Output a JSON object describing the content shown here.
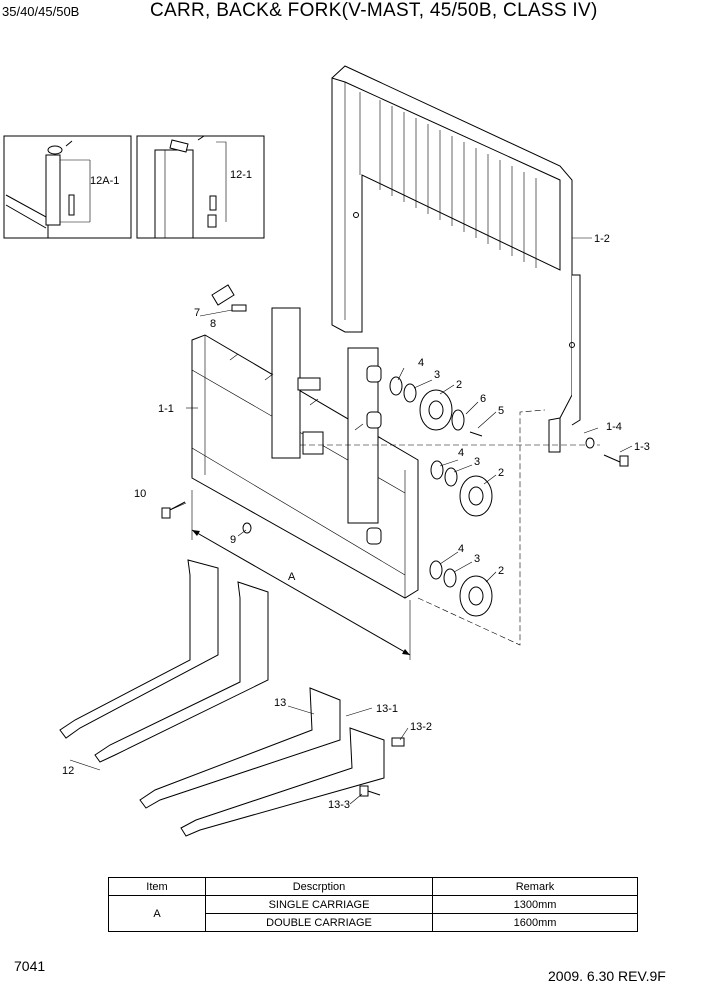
{
  "header": {
    "model": "35/40/45/50B",
    "title": "CARR, BACK& FORK(V-MAST, 45/50B, CLASS IV)"
  },
  "callouts": {
    "c12a1": "12A-1",
    "c121": "12-1",
    "c12": "1-2",
    "c7": "7",
    "c8": "8",
    "c11": "1-1",
    "c4a": "4",
    "c3a": "3",
    "c2a": "2",
    "c6": "6",
    "c5": "5",
    "c14": "1-4",
    "c13": "1-3",
    "c4b": "4",
    "c3b": "3",
    "c2b": "2",
    "c10": "10",
    "c9": "9",
    "cA": "A",
    "c4c": "4",
    "c3c": "3",
    "c2c": "2",
    "c13f": "13",
    "c131": "13-1",
    "c132": "13-2",
    "c12f": "12",
    "c133": "13-3"
  },
  "table": {
    "headers": [
      "Item",
      "Descrption",
      "Remark"
    ],
    "item": "A",
    "rows": [
      {
        "description": "SINGLE CARRIAGE",
        "remark": "1300mm"
      },
      {
        "description": "DOUBLE CARRIAGE",
        "remark": "1600mm"
      }
    ]
  },
  "footer": {
    "page": "7041",
    "revision": "2009. 6.30 REV.9F"
  }
}
